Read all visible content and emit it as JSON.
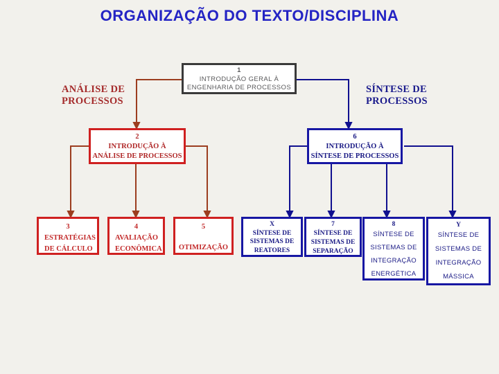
{
  "title": "ORGANIZAÇÃO DO TEXTO/DISCIPLINA",
  "branch_labels": {
    "left": {
      "line1": "ANÁLISE DE",
      "line2": "PROCESSOS"
    },
    "right": {
      "line1": "SÍNTESE DE",
      "line2": "PROCESSOS"
    }
  },
  "boxes": {
    "box1": {
      "number": "1",
      "lines": [
        "INTRODUÇÃO GERAL À",
        "ENGENHARIA DE PROCESSOS"
      ]
    },
    "box2": {
      "number": "2",
      "lines": [
        "INTRODUÇÃO À",
        "ANÁLISE DE PROCESSOS"
      ]
    },
    "box6": {
      "number": "6",
      "lines": [
        "INTRODUÇÃO À",
        "SÍNTESE DE PROCESSOS"
      ]
    },
    "box3": {
      "number": "3",
      "lines": [
        "ESTRATÉGIAS",
        "DE CÁLCULO"
      ]
    },
    "box4": {
      "number": "4",
      "lines": [
        "AVALIAÇÃO",
        "ECONÔMICA"
      ]
    },
    "box5": {
      "number": "5",
      "lines": [
        "OTIMIZAÇÃO"
      ]
    },
    "boxX": {
      "number": "X",
      "lines": [
        "SÍNTESE DE",
        "SISTEMAS DE",
        "REATORES"
      ]
    },
    "box7": {
      "number": "7",
      "lines": [
        "SÍNTESE DE",
        "SISTEMAS DE",
        "SEPARAÇÃO"
      ]
    },
    "box8": {
      "number": "8",
      "lines": [
        "SÍNTESE DE",
        "SISTEMAS DE",
        "INTEGRAÇÃO",
        "ENERGÉTICA"
      ]
    },
    "boxY": {
      "number": "Y",
      "lines": [
        "SÍNTESE DE",
        "SISTEMAS DE",
        "INTEGRAÇÃO",
        "MÁSSICA"
      ]
    }
  },
  "colors": {
    "background": "#F2F1EC",
    "title_blue": "#2424C4",
    "analysis_text_red": "#A52C2C",
    "analysis_border_red": "#CF2020",
    "analysis_connector_brown": "#9C3D1F",
    "synthesis_text_navy": "#1A1A8C",
    "synthesis_border_navy": "#1717A3",
    "synthesis_connector_navy": "#10108F",
    "root_border_gray": "#3A3A3A",
    "root_text_gray": "#58585A"
  }
}
